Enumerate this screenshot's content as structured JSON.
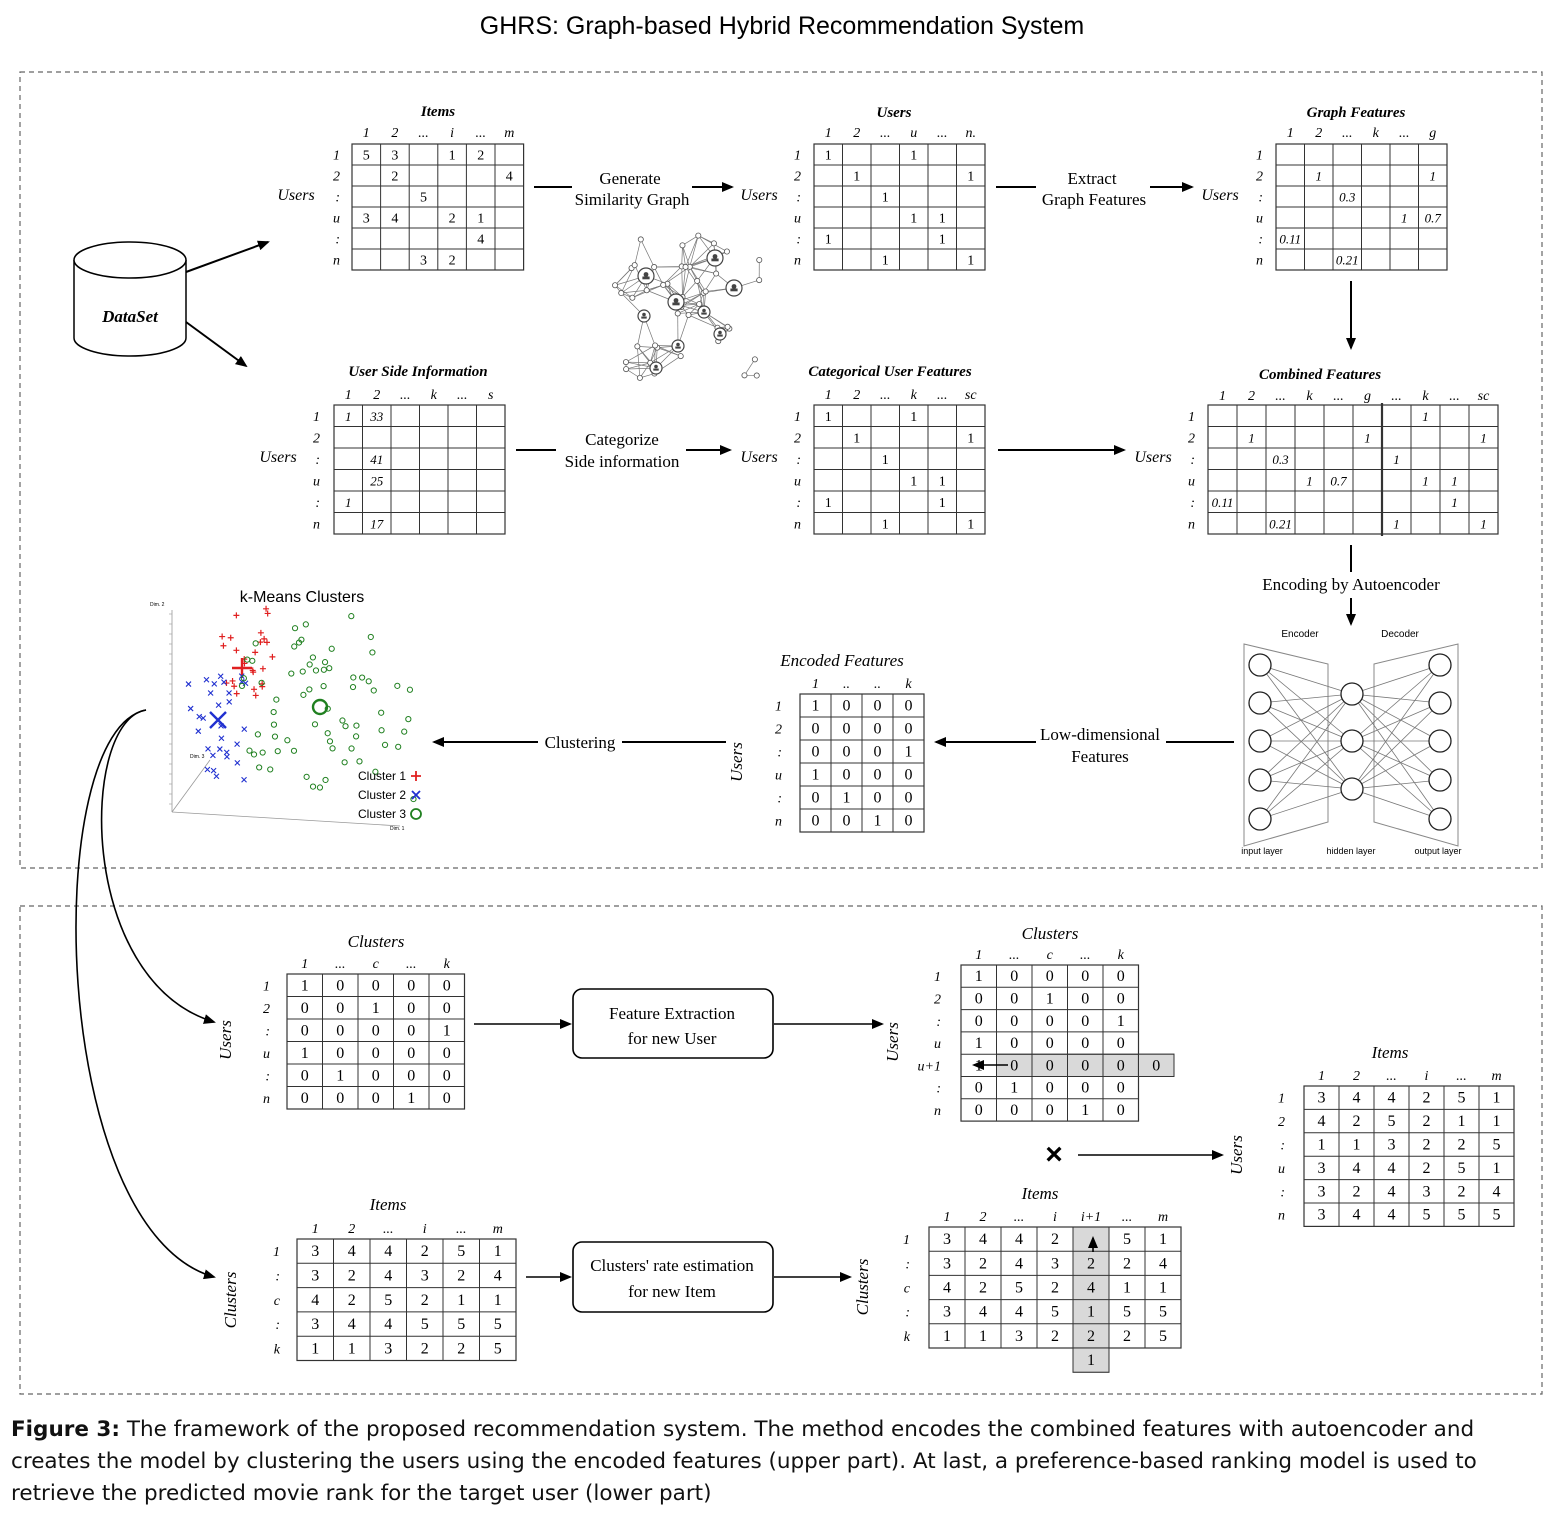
{
  "title": "GHRS: Graph-based Hybrid Recommendation System",
  "caption": {
    "label": "Figure 3:",
    "text": "The framework of the proposed recommendation system. The method encodes the combined features with autoencoder and creates the model by clustering the users using the encoded features (upper part). At last, a preference-based ranking model is used to retrieve the predicted movie rank for the target user (lower part)"
  },
  "dataset": "DataSet",
  "steps": {
    "generate": [
      "Generate",
      "Similarity Graph"
    ],
    "extract": [
      "Extract",
      "Graph Features"
    ],
    "categorize": [
      "Categorize",
      "Side information"
    ],
    "encoding": "Encoding by Autoencoder",
    "lowdim": [
      "Low-dimensional",
      "Features"
    ],
    "clustering": "Clustering",
    "feature_extraction": [
      "Feature Extraction",
      "for new User"
    ],
    "rate_estimation": [
      "Clusters' rate estimation",
      "for new Item"
    ],
    "multiply": "×"
  },
  "autoencoder": {
    "encoder": "Encoder",
    "decoder": "Decoder",
    "input_layer": "input layer",
    "hidden_layer": "hidden layer",
    "output_layer": "output layer"
  },
  "kmeans": {
    "title": "k-Means Clusters",
    "legend": [
      "Cluster 1",
      "Cluster 2",
      "Cluster 3"
    ],
    "colors": [
      "#e02020",
      "#2030d0",
      "#208020"
    ],
    "axis_y": "Dim. 2",
    "axis_z": "Dim. 3",
    "axis_x": "Dim. 1"
  },
  "matrices": {
    "items": {
      "title": "Items",
      "row_title": "Users",
      "cols": [
        "1",
        "2",
        "...",
        "i",
        "...",
        "m"
      ],
      "rows": [
        "1",
        "2",
        ":",
        "u",
        ":",
        "n"
      ],
      "cells": [
        [
          "5",
          "3",
          "",
          "1",
          "2",
          ""
        ],
        [
          "",
          "2",
          "",
          "",
          "",
          "4"
        ],
        [
          "",
          "",
          "5",
          "",
          "",
          ""
        ],
        [
          "3",
          "4",
          "",
          "2",
          "1",
          ""
        ],
        [
          "",
          "",
          "",
          "",
          "4",
          ""
        ],
        [
          "",
          "",
          "3",
          "2",
          "",
          ""
        ]
      ]
    },
    "users": {
      "title": "Users",
      "row_title": "Users",
      "cols": [
        "1",
        "2",
        "...",
        "u",
        "...",
        "n."
      ],
      "rows": [
        "1",
        "2",
        ":",
        "u",
        ":",
        "n"
      ],
      "cells": [
        [
          "1",
          "",
          "",
          "1",
          "",
          ""
        ],
        [
          "",
          "1",
          "",
          "",
          "",
          "1"
        ],
        [
          "",
          "",
          "1",
          "",
          "",
          ""
        ],
        [
          "",
          "",
          "",
          "1",
          "1",
          ""
        ],
        [
          "1",
          "",
          "",
          "",
          "1",
          ""
        ],
        [
          "",
          "",
          "1",
          "",
          "",
          "1"
        ]
      ]
    },
    "graph_features": {
      "title": "Graph Features",
      "row_title": "Users",
      "cols": [
        "1",
        "2",
        "...",
        "k",
        "...",
        "g"
      ],
      "rows": [
        "1",
        "2",
        ":",
        "u",
        ":",
        "n"
      ],
      "cells": [
        [
          "",
          "",
          "",
          "",
          "",
          ""
        ],
        [
          "",
          "1",
          "",
          "",
          "",
          "1"
        ],
        [
          "",
          "",
          "0.3",
          "",
          "",
          ""
        ],
        [
          "",
          "",
          "",
          "",
          "1",
          "0.7"
        ],
        [
          "0.11",
          "",
          "",
          "",
          "",
          ""
        ],
        [
          "",
          "",
          "0.21",
          "",
          "",
          ""
        ]
      ]
    },
    "side_info": {
      "title": "User Side Information",
      "row_title": "Users",
      "cols": [
        "1",
        "2",
        "...",
        "k",
        "...",
        "s"
      ],
      "rows": [
        "1",
        "2",
        ":",
        "u",
        ":",
        "n"
      ],
      "cells": [
        [
          "1",
          "33",
          "",
          "",
          "",
          ""
        ],
        [
          "",
          "",
          "",
          "",
          "",
          ""
        ],
        [
          "",
          "41",
          "",
          "",
          "",
          ""
        ],
        [
          "",
          "25",
          "",
          "",
          "",
          ""
        ],
        [
          "1",
          "",
          "",
          "",
          "",
          ""
        ],
        [
          "",
          "17",
          "",
          "",
          "",
          ""
        ]
      ]
    },
    "categorical": {
      "title": "Categorical User Features",
      "row_title": "Users",
      "cols": [
        "1",
        "2",
        "...",
        "k",
        "...",
        "sc"
      ],
      "rows": [
        "1",
        "2",
        ":",
        "u",
        ":",
        "n"
      ],
      "cells": [
        [
          "1",
          "",
          "",
          "1",
          "",
          ""
        ],
        [
          "",
          "1",
          "",
          "",
          "",
          "1"
        ],
        [
          "",
          "",
          "1",
          "",
          "",
          ""
        ],
        [
          "",
          "",
          "",
          "1",
          "1",
          ""
        ],
        [
          "1",
          "",
          "",
          "",
          "1",
          ""
        ],
        [
          "",
          "",
          "1",
          "",
          "",
          "1"
        ]
      ]
    },
    "combined": {
      "title": "Combined Features",
      "row_title": "Users",
      "cols": [
        "1",
        "2",
        "...",
        "k",
        "...",
        "g",
        "...",
        "k",
        "...",
        "sc"
      ],
      "rows": [
        "1",
        "2",
        ":",
        "u",
        ":",
        "n"
      ],
      "cells": [
        [
          "",
          "",
          "",
          "",
          "",
          "",
          "",
          "1",
          "",
          ""
        ],
        [
          "",
          "1",
          "",
          "",
          "",
          "1",
          "",
          "",
          "",
          "1"
        ],
        [
          "",
          "",
          "0.3",
          "",
          "",
          "",
          "1",
          "",
          "",
          ""
        ],
        [
          "",
          "",
          "",
          "1",
          "0.7",
          "",
          "",
          "1",
          "1",
          ""
        ],
        [
          "0.11",
          "",
          "",
          "",
          "",
          "",
          "",
          "",
          "1",
          ""
        ],
        [
          "",
          "",
          "0.21",
          "",
          "",
          "",
          "1",
          "",
          "",
          "1"
        ]
      ]
    },
    "encoded": {
      "title": "Encoded Features",
      "row_title": "Users",
      "cols": [
        "1",
        "..",
        "..",
        "k"
      ],
      "rows": [
        "1",
        "2",
        ":",
        "u",
        ":",
        "n"
      ],
      "cells": [
        [
          "1",
          "0",
          "0",
          "0"
        ],
        [
          "0",
          "0",
          "0",
          "0"
        ],
        [
          "0",
          "0",
          "0",
          "1"
        ],
        [
          "1",
          "0",
          "0",
          "0"
        ],
        [
          "0",
          "1",
          "0",
          "0"
        ],
        [
          "0",
          "0",
          "1",
          "0"
        ]
      ]
    },
    "clusters_left": {
      "title": "Clusters",
      "row_title": "Users",
      "cols": [
        "1",
        "...",
        "c",
        "...",
        "k"
      ],
      "rows": [
        "1",
        "2",
        ":",
        "u",
        ":",
        "n"
      ],
      "cells": [
        [
          "1",
          "0",
          "0",
          "0",
          "0"
        ],
        [
          "0",
          "0",
          "1",
          "0",
          "0"
        ],
        [
          "0",
          "0",
          "0",
          "0",
          "1"
        ],
        [
          "1",
          "0",
          "0",
          "0",
          "0"
        ],
        [
          "0",
          "1",
          "0",
          "0",
          "0"
        ],
        [
          "0",
          "0",
          "0",
          "1",
          "0"
        ]
      ]
    },
    "clusters_right": {
      "title": "Clusters",
      "row_title": "Users",
      "cols": [
        "1",
        "...",
        "c",
        "...",
        "k"
      ],
      "rows": [
        "1",
        "2",
        ":",
        "u",
        "u+1",
        ":",
        "n"
      ],
      "cells": [
        [
          "1",
          "0",
          "0",
          "0",
          "0"
        ],
        [
          "0",
          "0",
          "1",
          "0",
          "0"
        ],
        [
          "0",
          "0",
          "0",
          "0",
          "1"
        ],
        [
          "1",
          "0",
          "0",
          "0",
          "0"
        ],
        [
          "1",
          "0",
          "0",
          "0",
          "0"
        ],
        [
          "0",
          "1",
          "0",
          "0",
          "0"
        ],
        [
          "0",
          "0",
          "0",
          "1",
          "0"
        ]
      ],
      "extra_cell": "0"
    },
    "cluster_items_left": {
      "title": "Items",
      "row_title": "Clusters",
      "cols": [
        "1",
        "2",
        "...",
        "i",
        "...",
        "m"
      ],
      "rows": [
        "1",
        ":",
        "c",
        ":",
        "k"
      ],
      "cells": [
        [
          "3",
          "4",
          "4",
          "2",
          "5",
          "1"
        ],
        [
          "3",
          "2",
          "4",
          "3",
          "2",
          "4"
        ],
        [
          "4",
          "2",
          "5",
          "2",
          "1",
          "1"
        ],
        [
          "3",
          "4",
          "4",
          "5",
          "5",
          "5"
        ],
        [
          "1",
          "1",
          "3",
          "2",
          "2",
          "5"
        ]
      ]
    },
    "cluster_items_right": {
      "title": "Items",
      "row_title": "Clusters",
      "cols": [
        "1",
        "2",
        "...",
        "i",
        "i+1",
        "...",
        "m"
      ],
      "rows": [
        "1",
        ":",
        "c",
        ":",
        "k"
      ],
      "cells": [
        [
          "3",
          "4",
          "4",
          "2",
          "",
          "5",
          "1"
        ],
        [
          "3",
          "2",
          "4",
          "3",
          "2",
          "2",
          "4"
        ],
        [
          "4",
          "2",
          "5",
          "2",
          "4",
          "1",
          "1"
        ],
        [
          "3",
          "4",
          "4",
          "5",
          "1",
          "5",
          "5"
        ],
        [
          "1",
          "1",
          "3",
          "2",
          "2",
          "2",
          "5"
        ]
      ],
      "extra_cell": "1"
    },
    "final": {
      "title": "Items",
      "row_title": "Users",
      "cols": [
        "1",
        "2",
        "...",
        "i",
        "...",
        "m"
      ],
      "rows": [
        "1",
        "2",
        ":",
        "u",
        ":",
        "n"
      ],
      "cells": [
        [
          "3",
          "4",
          "4",
          "2",
          "5",
          "1"
        ],
        [
          "4",
          "2",
          "5",
          "2",
          "1",
          "1"
        ],
        [
          "1",
          "1",
          "3",
          "2",
          "2",
          "5"
        ],
        [
          "3",
          "4",
          "4",
          "2",
          "5",
          "1"
        ],
        [
          "3",
          "2",
          "4",
          "3",
          "2",
          "4"
        ],
        [
          "3",
          "4",
          "4",
          "5",
          "5",
          "5"
        ]
      ]
    }
  }
}
